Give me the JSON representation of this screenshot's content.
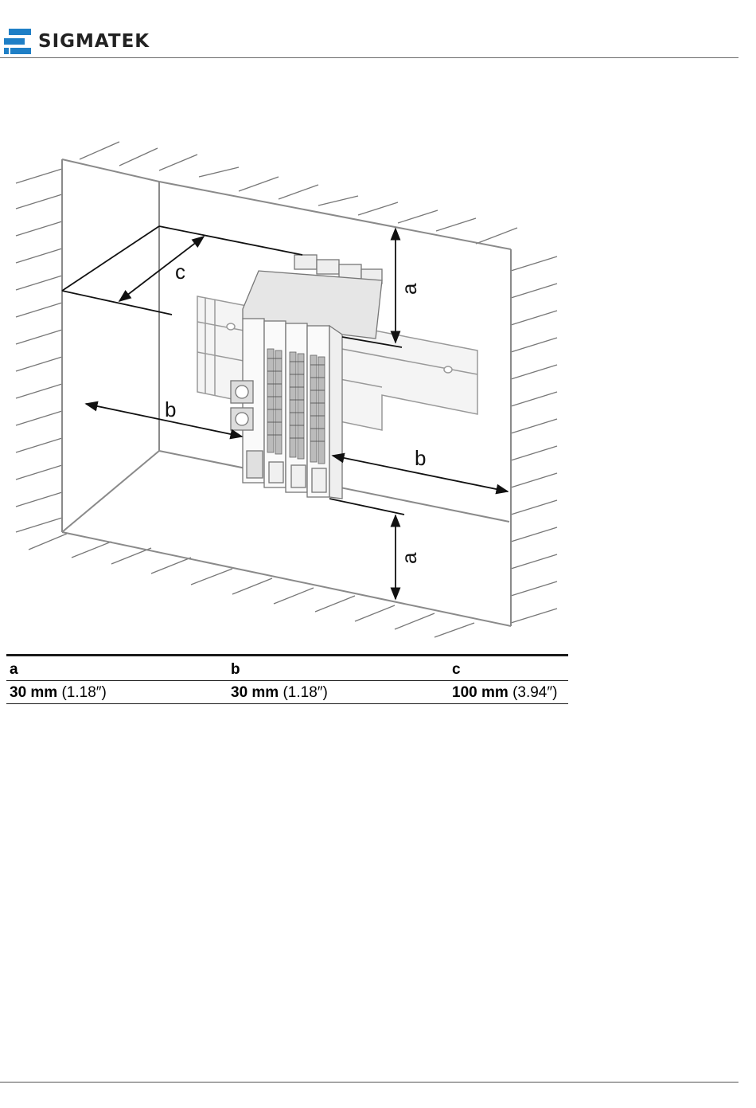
{
  "header": {
    "brand": "SIGMATEK",
    "logo_icon": "sigmatek-s-logo",
    "brand_color": "#1f7fc6"
  },
  "figure": {
    "labels": {
      "a_top": "a",
      "a_bottom": "a",
      "b_left": "b",
      "b_right": "b",
      "c": "c"
    }
  },
  "clearance_table": {
    "headers": [
      "a",
      "b",
      "c"
    ],
    "rows": [
      [
        {
          "value": "30 mm",
          "imperial": "(1.18″)"
        },
        {
          "value": "30 mm",
          "imperial": "(1.18″)"
        },
        {
          "value": "100 mm",
          "imperial": "(3.94″)"
        }
      ]
    ]
  }
}
